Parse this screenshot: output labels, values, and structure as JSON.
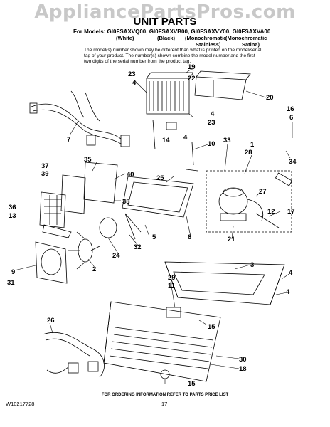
{
  "watermark": "AppliancePartsPros.com",
  "title": "UNIT PARTS",
  "models_line": "For Models: GI0FSAXVQ00, GI0FSAXVB00, GI0FSAXVY00, GI0FSAXVA00",
  "colors": {
    "white": "(White)",
    "black": "(Black)",
    "mono1": "(Monochromatic",
    "mono2": "(Monochromatic",
    "stainless": "Stainless)",
    "satina": "Satina)"
  },
  "note": "The model(s) number shown may be different than what is printed on the model/serial tag of your product. The number(s) shown combine the model number and the first two digits of the serial number from the product tag.",
  "callouts": {
    "c19": "19",
    "c22": "22",
    "c23a": "23",
    "c4a": "4",
    "c20": "20",
    "c16": "16",
    "c6": "6",
    "c7": "7",
    "c4b": "4",
    "c23b": "23",
    "c14": "14",
    "c4c": "4",
    "c33": "33",
    "c1": "1",
    "c10": "10",
    "c28": "28",
    "c34": "34",
    "c37": "37",
    "c35": "35",
    "c39": "39",
    "c40": "40",
    "c25": "25",
    "c27": "27",
    "c36": "36",
    "c38": "38",
    "c13": "13",
    "c12": "12",
    "c17": "17",
    "c5": "5",
    "c8": "8",
    "c32": "32",
    "c21": "21",
    "c24": "24",
    "c2": "2",
    "c9": "9",
    "c31": "31",
    "c3": "3",
    "c29": "29",
    "c4d": "4",
    "c11": "11",
    "c4e": "4",
    "c26": "26",
    "c15a": "15",
    "c30": "30",
    "c18": "18",
    "c15b": "15"
  },
  "footer": "FOR ORDERING INFORMATION REFER TO PARTS PRICE LIST",
  "doc_number": "W10217728",
  "page_number": "17"
}
